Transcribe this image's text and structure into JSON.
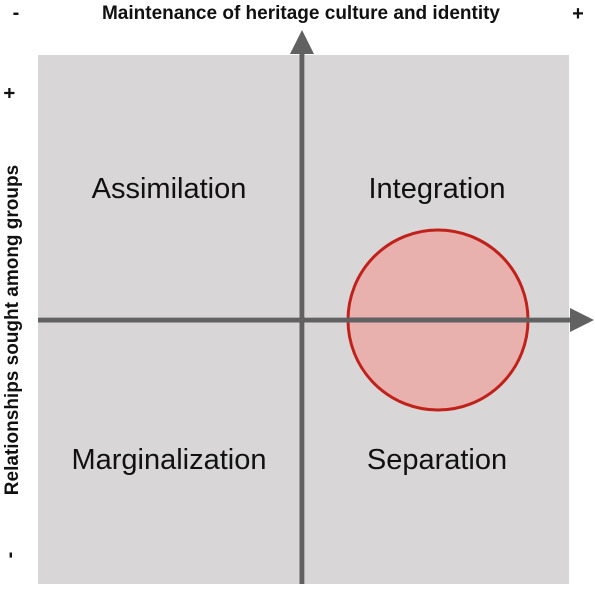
{
  "axes": {
    "horizontal": {
      "title": "Maintenance of heritage culture and identity",
      "minus": "-",
      "plus": "+"
    },
    "vertical": {
      "title": "Relationships sought among groups",
      "minus": "-",
      "plus": "+"
    }
  },
  "quadrants": {
    "top_left": "Assimilation",
    "top_right": "Integration",
    "bottom_left": "Marginalization",
    "bottom_right": "Separation"
  },
  "colors": {
    "quadrant_fill": "#d8d6d6",
    "axis": "#616161",
    "circle_fill": "#e8b1ae",
    "circle_stroke": "#c0221b",
    "text": "#111111"
  }
}
